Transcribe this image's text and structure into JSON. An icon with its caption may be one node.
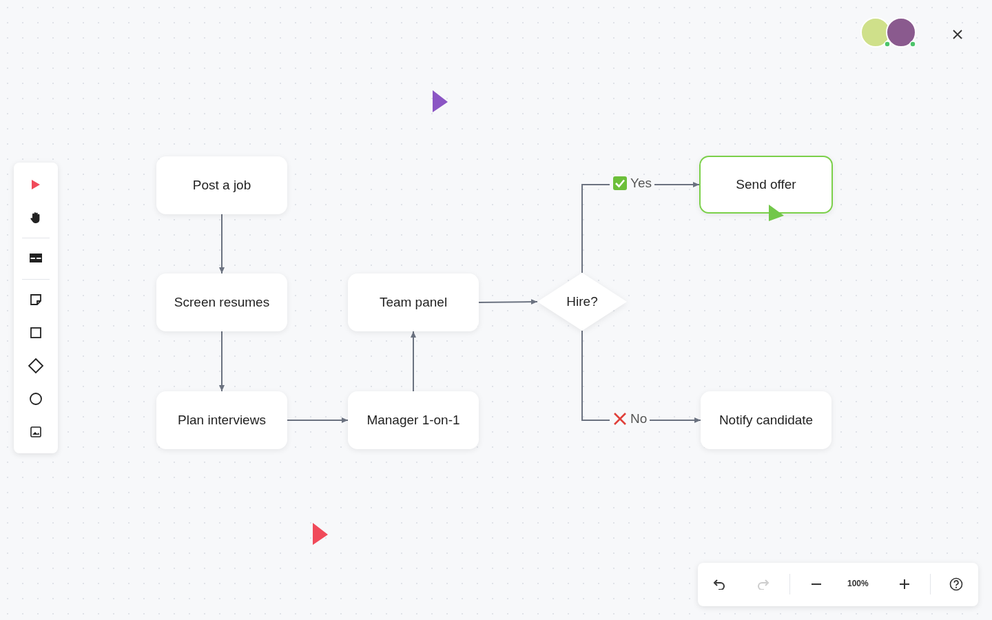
{
  "diagram": {
    "nodes": [
      {
        "text": [
          "Post a job"
        ]
      },
      {
        "text": [
          "Screen resumes"
        ]
      },
      {
        "text": [
          "Plan interviews"
        ]
      },
      {
        "text": [
          "Manager 1-on-1"
        ]
      },
      {
        "text": [
          "Team panel"
        ]
      },
      {
        "text": [
          "Hire?"
        ]
      },
      {
        "text": [
          "Send offer"
        ]
      },
      {
        "text": [
          "Notify candidate"
        ]
      }
    ],
    "edges": [
      {
        "from": 0,
        "to": 1,
        "arrow": "to"
      },
      {
        "from": 1,
        "to": 2,
        "arrow": "to"
      },
      {
        "from": 2,
        "to": 3,
        "arrow": "to"
      },
      {
        "from": 3,
        "to": 4,
        "arrow": "to"
      },
      {
        "from": 4,
        "to": 5,
        "arrow": "to"
      },
      {
        "from": 5,
        "to": 6,
        "arrow": "to",
        "label": "Yes"
      },
      {
        "from": 5,
        "to": 7,
        "arrow": "to",
        "label": "No"
      }
    ],
    "labels": [
      "100%"
    ]
  }
}
